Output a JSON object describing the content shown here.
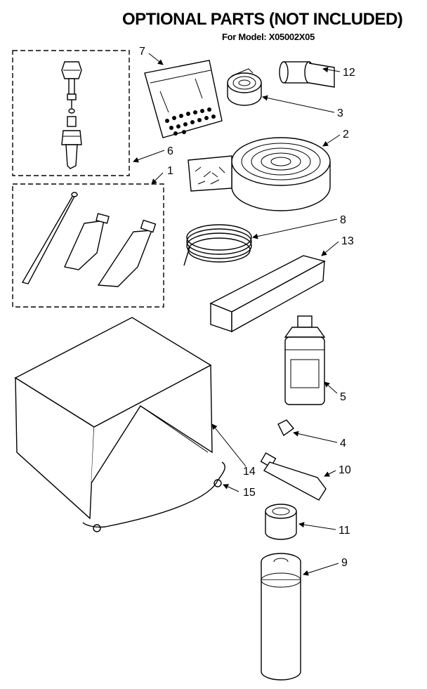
{
  "header": {
    "title": "OPTIONAL PARTS (NOT INCLUDED)",
    "model_line": "For Model: X05002X05"
  },
  "callouts": [
    "7",
    "12",
    "3",
    "2",
    "6",
    "1",
    "8",
    "13",
    "5",
    "4",
    "10",
    "14",
    "15",
    "11",
    "9"
  ]
}
